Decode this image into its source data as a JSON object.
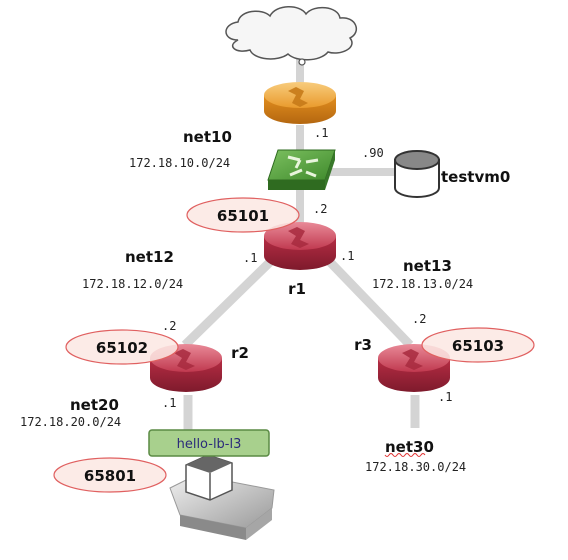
{
  "nodes": {
    "r1": "r1",
    "r2": "r2",
    "r3": "r3",
    "testvm0": "testvm0",
    "service": "hello-lb-l3"
  },
  "networks": {
    "net10": {
      "name": "net10",
      "cidr": "172.18.10.0/24"
    },
    "net12": {
      "name": "net12",
      "cidr": "172.18.12.0/24"
    },
    "net13": {
      "name": "net13",
      "cidr": "172.18.13.0/24"
    },
    "net20": {
      "name": "net20",
      "cidr": "172.18.20.0/24"
    },
    "net30": {
      "name": "net30",
      "cidr": "172.18.30.0/24"
    }
  },
  "asn": {
    "r1": "65101",
    "r2": "65102",
    "r3": "65103",
    "lb": "65801"
  },
  "ip_suffix": {
    "ext_router": ".1",
    "testvm0": ".90",
    "r1_net10": ".2",
    "r1_net12": ".1",
    "r1_net13": ".1",
    "r2_net12": ".2",
    "r2_net20": ".1",
    "r3_net13": ".2",
    "r3_net30": ".1"
  },
  "colors": {
    "router_red": "#c0394f",
    "router_orange": "#e99a2c",
    "switch_green": "#4e9a3a",
    "link_gray": "#d4d4d4",
    "asn_fill": "#fbe7e3",
    "asn_stroke": "#e06060",
    "service_fill": "#a8d08d",
    "service_text": "#2b2b7a"
  }
}
